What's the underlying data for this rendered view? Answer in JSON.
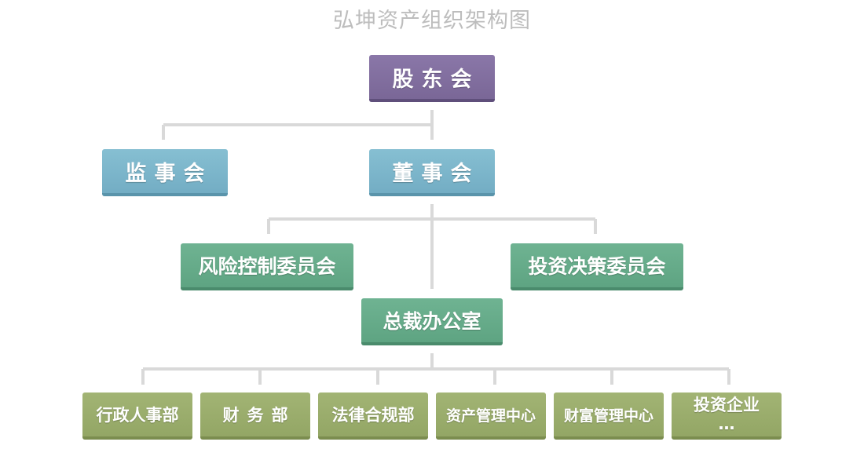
{
  "title": "弘坤资产组织架构图",
  "colors": {
    "shareholders": "#7a6797",
    "board": "#73adc4",
    "committee": "#5ea482",
    "department": "#93a665",
    "connector": "#d9d9d9",
    "title": "#bdbdbd"
  },
  "nodes": {
    "shareholders": "股东会",
    "supervisors": "监事会",
    "board": "董事会",
    "risk_committee": "风险控制委员会",
    "investment_committee": "投资决策委员会",
    "president_office": "总裁办公室",
    "departments": [
      "行政人事部",
      "财务部",
      "法律合规部",
      "资产管理中心",
      "财富管理中心"
    ],
    "portfolio": {
      "label": "投资企业",
      "more": "…"
    }
  }
}
